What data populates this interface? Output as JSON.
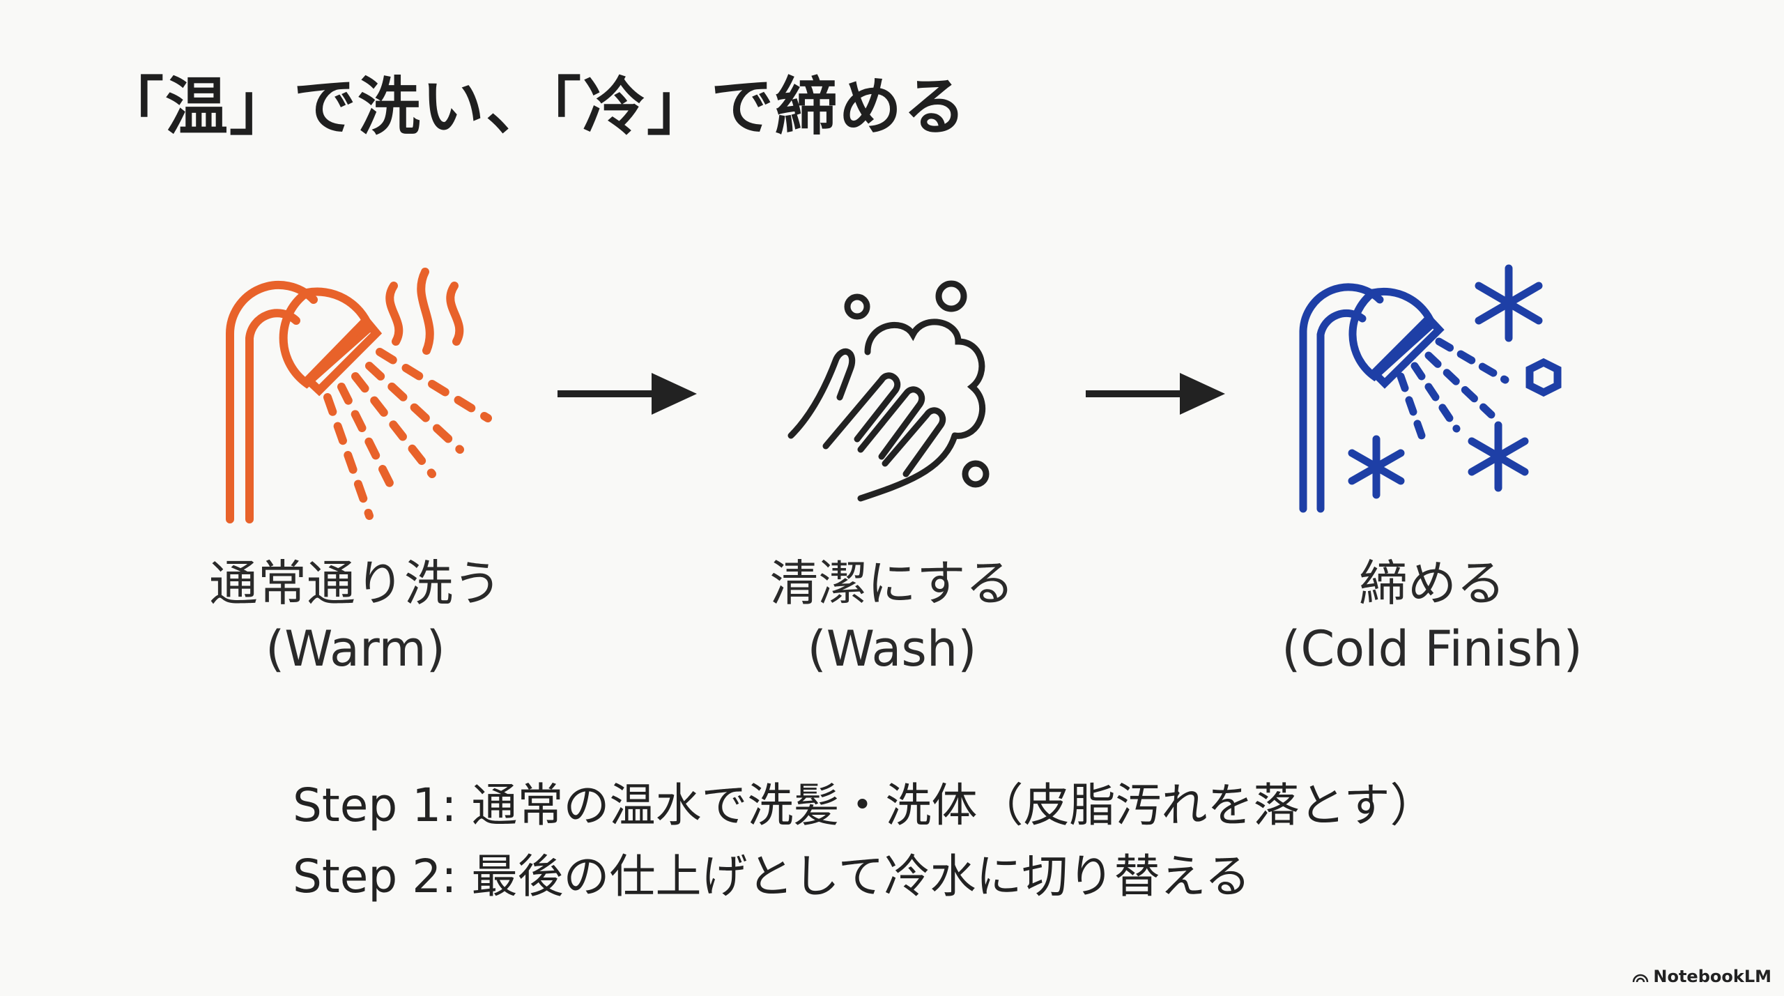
{
  "title": "「温」で洗い、「冷」で締める",
  "stages": [
    {
      "icon": "hot-shower-icon",
      "label_jp": "通常通り洗う",
      "label_en": "(Warm)",
      "color": "#E8622A"
    },
    {
      "icon": "washing-hands-icon",
      "label_jp": "清潔にする",
      "label_en": "(Wash)",
      "color": "#222222"
    },
    {
      "icon": "cold-shower-icon",
      "label_jp": "締める",
      "label_en": "(Cold Finish)",
      "color": "#1E3FA6"
    }
  ],
  "steps": [
    "Step 1: 通常の温水で洗髪・洗体（皮脂汚れを落とす）",
    "Step 2: 最後の仕上げとして冷水に切り替える"
  ],
  "brand": "NotebookLM"
}
